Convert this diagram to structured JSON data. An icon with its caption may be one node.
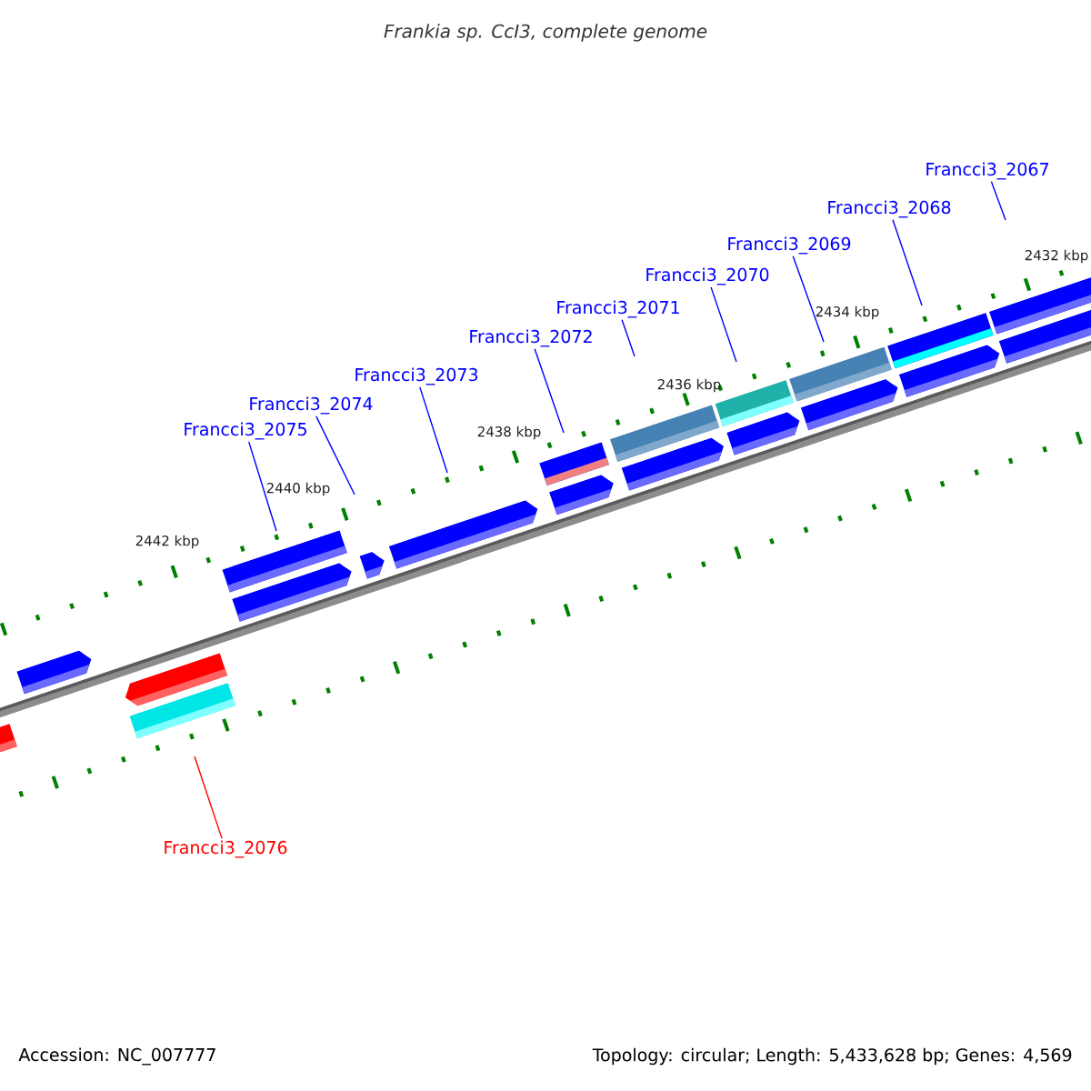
{
  "diagram": {
    "title": "*Frankia sp.* CcI3, complete genome",
    "nodes": [
      {
        "text": [
          "Francci3_2067"
        ]
      },
      {
        "text": [
          "Francci3_2068"
        ]
      },
      {
        "text": [
          "Francci3_2069"
        ]
      },
      {
        "text": [
          "Francci3_2070"
        ]
      },
      {
        "text": [
          "Francci3_2071"
        ]
      },
      {
        "text": [
          "Francci3_2072"
        ]
      },
      {
        "text": [
          "Francci3_2073"
        ]
      },
      {
        "text": [
          "Francci3_2074"
        ]
      },
      {
        "text": [
          "Francci3_2075"
        ]
      },
      {
        "text": [
          "Francci3_2076"
        ]
      }
    ],
    "edges": [
      {
        "from": 0,
        "to": null,
        "arrow": "none"
      },
      {
        "from": 1,
        "to": null,
        "arrow": "none"
      },
      {
        "from": 2,
        "to": null,
        "arrow": "none"
      },
      {
        "from": 3,
        "to": null,
        "arrow": "none"
      },
      {
        "from": 4,
        "to": null,
        "arrow": "none"
      },
      {
        "from": 5,
        "to": null,
        "arrow": "none"
      },
      {
        "from": 6,
        "to": null,
        "arrow": "none"
      },
      {
        "from": 7,
        "to": null,
        "arrow": "none"
      },
      {
        "from": 8,
        "to": null,
        "arrow": "none"
      },
      {
        "from": 9,
        "to": null,
        "arrow": "none",
        "color": "#ff0000"
      }
    ],
    "labels": [
      "2432 kbp",
      "2434 kbp",
      "2436 kbp",
      "2438 kbp",
      "2440 kbp",
      "2442 kbp",
      "Accession: NC_007777",
      "Topology: circular; Length: 5,433,628 bp; Genes: 4,569"
    ]
  }
}
